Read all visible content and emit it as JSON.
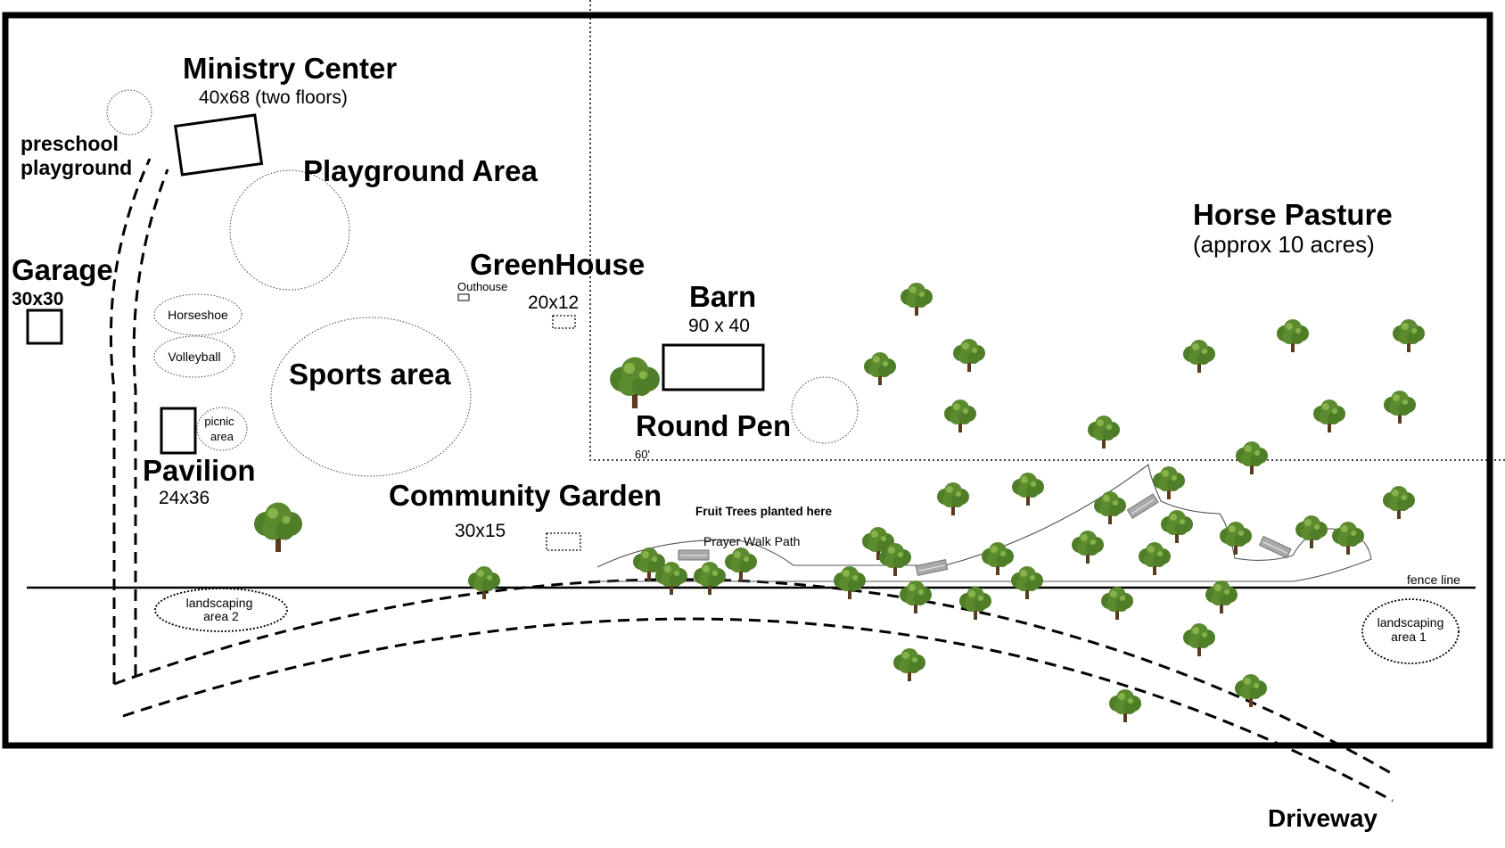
{
  "map": {
    "labels": {
      "ministry_center": "Ministry Center",
      "ministry_center_size": "40x68 (two floors)",
      "preschool_playground_line1": "preschool",
      "preschool_playground_line2": "playground",
      "playground_area": "Playground Area",
      "garage": "Garage",
      "garage_size": "30x30",
      "horseshoe": "Horseshoe",
      "volleyball": "Volleyball",
      "sports_area": "Sports area",
      "picnic_line1": "picnic",
      "picnic_line2": "area",
      "pavilion": "Pavilion",
      "pavilion_size": "24x36",
      "greenhouse": "GreenHouse",
      "outhouse": "Outhouse",
      "greenhouse_size": "20x12",
      "barn": "Barn",
      "barn_size": "90 x 40",
      "round_pen": "Round Pen",
      "round_pen_size": "60'",
      "community_garden": "Community Garden",
      "community_garden_size": "30x15",
      "fruit_trees": "Fruit Trees planted here",
      "prayer_walk": "Prayer Walk Path",
      "horse_pasture": "Horse Pasture",
      "horse_pasture_size": "(approx 10 acres)",
      "fence_line": "fence line",
      "landscaping2_line1": "landscaping",
      "landscaping2_line2": "area 2",
      "landscaping1_line1": "landscaping",
      "landscaping1_line2": "area 1",
      "driveway": "Driveway"
    },
    "colors": {
      "tree_canopy": "#5b8a2f",
      "tree_highlight": "#86b24a",
      "tree_trunk": "#5a3b1e",
      "bench": "#a9a9a9",
      "line": "#000000"
    },
    "icons": [
      "tree-icon",
      "bench-icon"
    ]
  }
}
